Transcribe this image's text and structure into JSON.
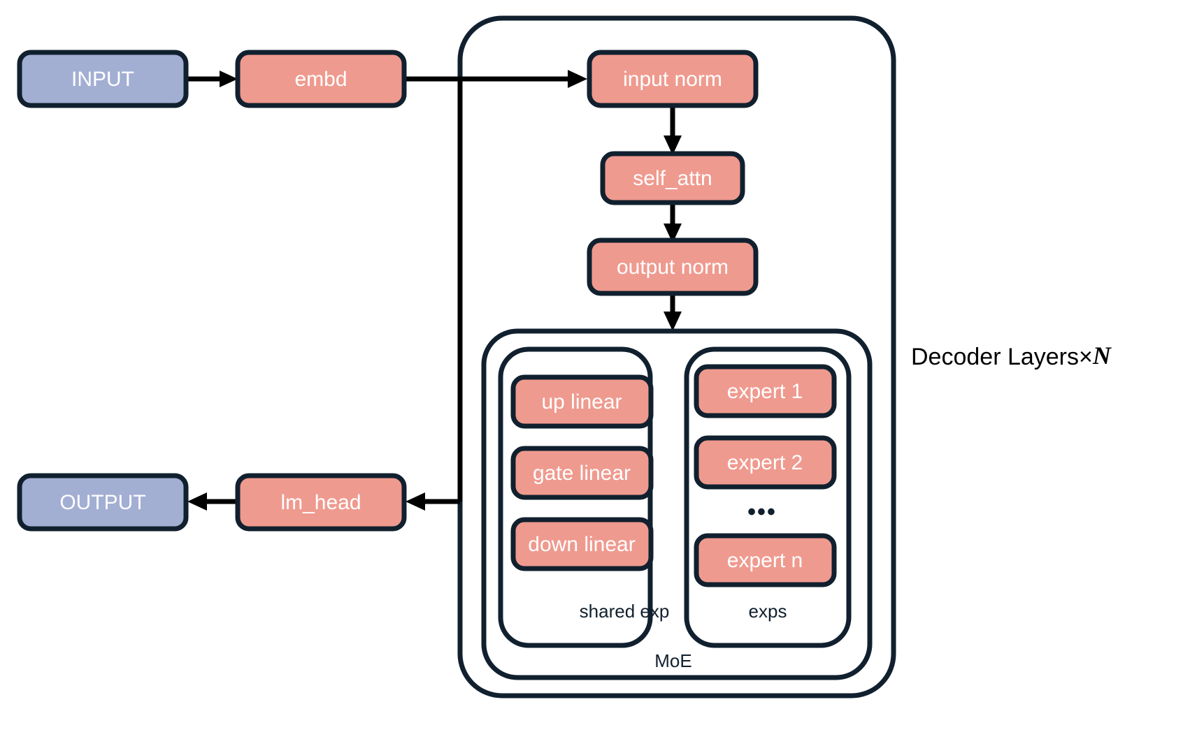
{
  "diagram": {
    "title_label": "Decoder Layers×",
    "title_label_n": "N",
    "colors": {
      "io_fill": "#a3aed3",
      "module_fill": "#ef9a8f",
      "stroke": "#11202e",
      "edge": "#000000",
      "text_on_fill": "#ffffff",
      "background": "#ffffff"
    },
    "io_nodes": [
      {
        "id": "input",
        "label": "INPUT"
      },
      {
        "id": "output",
        "label": "OUTPUT"
      }
    ],
    "module_nodes": [
      {
        "id": "embd",
        "label": "embd"
      },
      {
        "id": "input_norm",
        "label": "input norm"
      },
      {
        "id": "self_attn",
        "label": "self_attn"
      },
      {
        "id": "output_norm",
        "label": "output norm"
      },
      {
        "id": "lm_head",
        "label": "lm_head"
      }
    ],
    "shared_expert": {
      "group_label": "shared exp",
      "items": [
        {
          "id": "up_linear",
          "label": "up linear"
        },
        {
          "id": "gate_linear",
          "label": "gate linear"
        },
        {
          "id": "down_linear",
          "label": "down linear"
        }
      ]
    },
    "experts": {
      "group_label": "exps",
      "ellipsis": "•••",
      "items": [
        {
          "id": "expert_1",
          "label": "expert 1"
        },
        {
          "id": "expert_2",
          "label": "expert 2"
        },
        {
          "id": "expert_n",
          "label": "expert n"
        }
      ]
    },
    "moe": {
      "group_label": "MoE"
    },
    "edges": [
      {
        "id": "input-to-embd",
        "from": "INPUT",
        "to": "embd"
      },
      {
        "id": "embd-to-input-norm",
        "from": "embd",
        "to": "input norm"
      },
      {
        "id": "input-norm-to-self-attn",
        "from": "input norm",
        "to": "self_attn"
      },
      {
        "id": "self-attn-to-output-norm",
        "from": "self_attn",
        "to": "output norm"
      },
      {
        "id": "output-norm-to-moe",
        "from": "output norm",
        "to": "MoE"
      },
      {
        "id": "decoder-to-lm-head",
        "from": "Decoder Layers",
        "to": "lm_head"
      },
      {
        "id": "lm-head-to-output",
        "from": "lm_head",
        "to": "OUTPUT"
      }
    ]
  }
}
